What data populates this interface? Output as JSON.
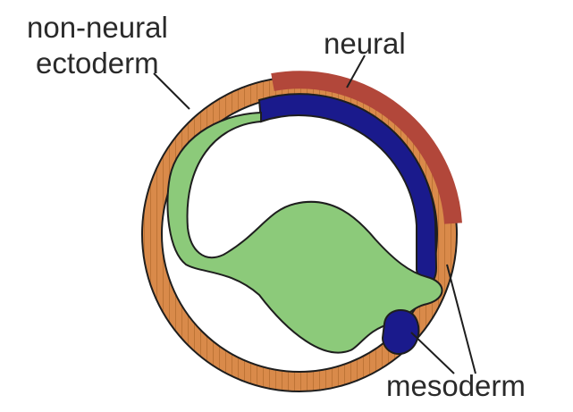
{
  "labels": {
    "non_neural_line1": "non-neural",
    "non_neural_line2": "ectoderm",
    "neural": "neural",
    "mesoderm": "mesoderm"
  },
  "colors": {
    "background": "#ffffff",
    "non_neural_ectoderm": "#d98a4a",
    "non_neural_segment": "#b36a2e",
    "neural_ectoderm": "#b2473a",
    "neural_plate": "#1a1a8c",
    "endoderm": "#8cca7a",
    "outline": "#1e1e1e",
    "label_text": "#2a2a2a"
  }
}
